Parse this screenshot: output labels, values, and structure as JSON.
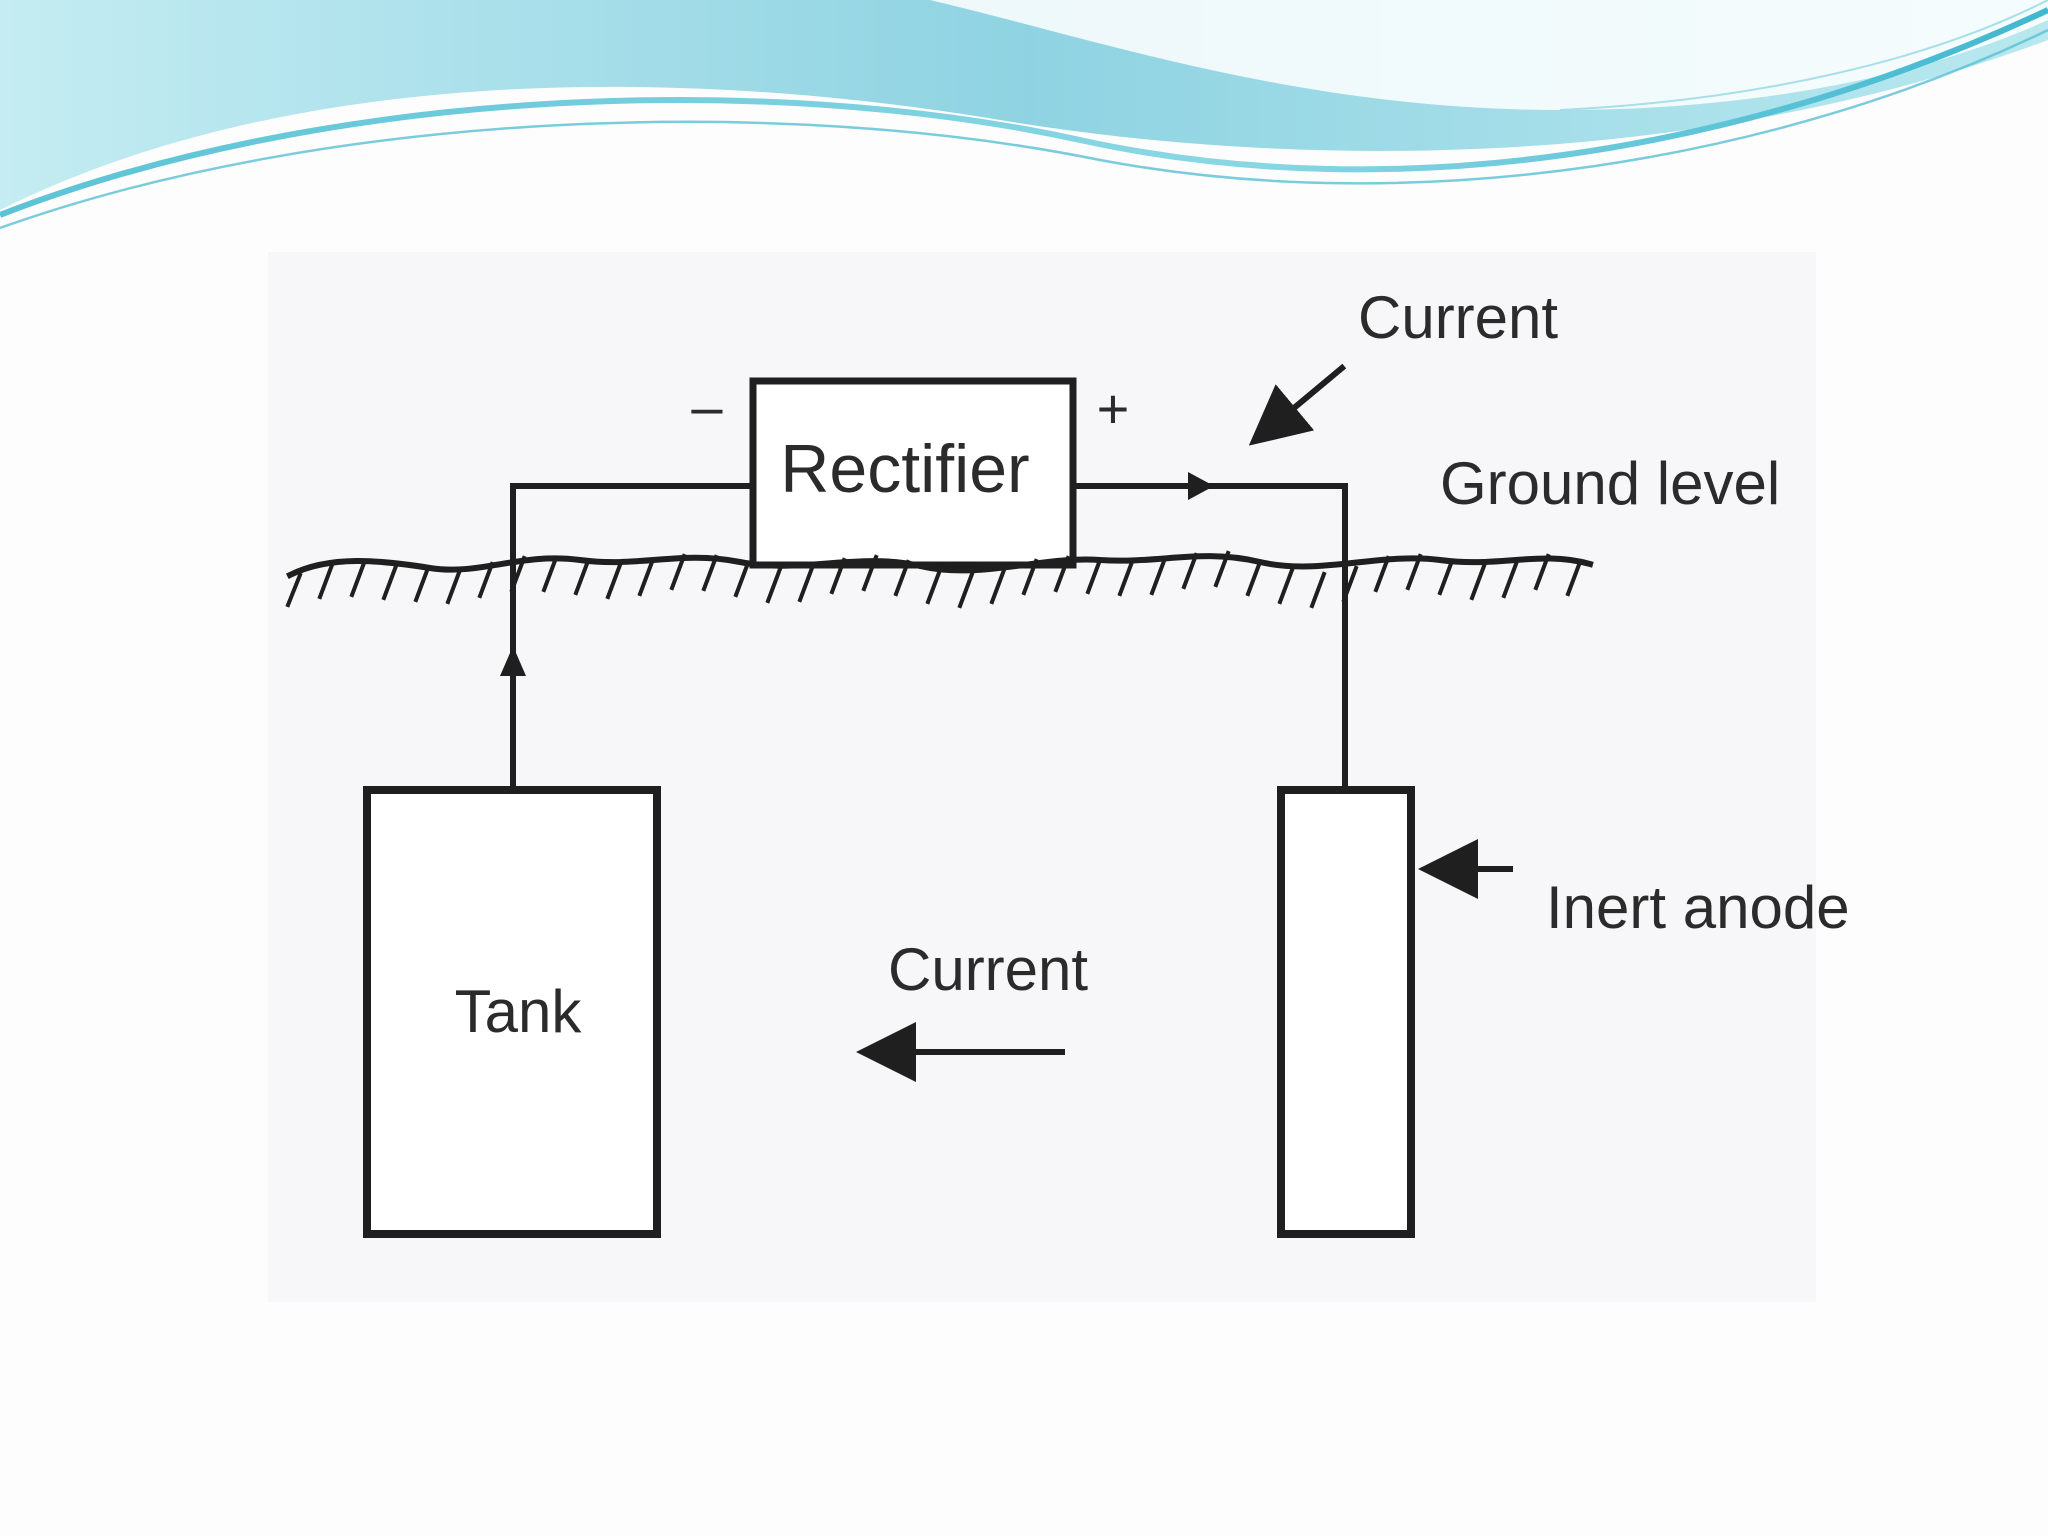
{
  "colors": {
    "wave_light": "#a8e4ec",
    "wave_mid": "#7fd0e0",
    "wave_dark": "#2aa7c0",
    "line": "#1f1f1f",
    "panel": "#f7f7f9",
    "background": "#fdfdfe"
  },
  "labels": {
    "rectifier": "Rectifier",
    "minus": "–",
    "plus": "+",
    "current_top": "Current",
    "ground_level": "Ground level",
    "tank": "Tank",
    "current_bottom": "Current",
    "inert_anode": "Inert anode"
  }
}
